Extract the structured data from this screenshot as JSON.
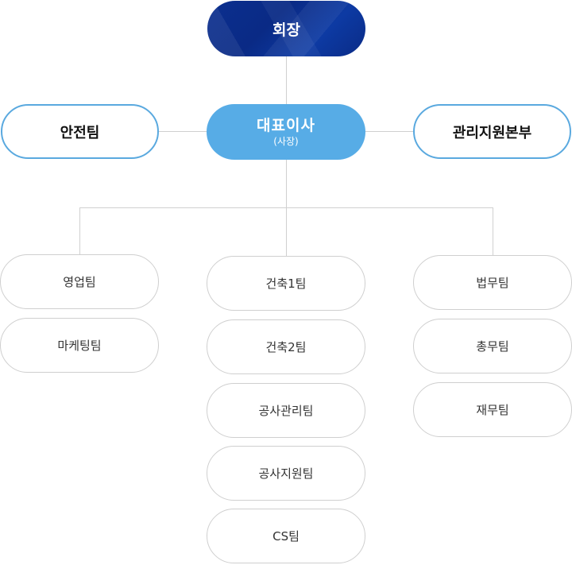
{
  "chairman": {
    "label": "회장"
  },
  "ceo": {
    "label": "대표이사",
    "sub_label": "(사장)"
  },
  "side_units": {
    "safety": "안전팀",
    "admin": "관리지원본부"
  },
  "columns": {
    "left": [
      "영업팀",
      "마케팅팀"
    ],
    "center": [
      "건축1팀",
      "건축2팀",
      "공사관리팀",
      "공사지원팀",
      "CS팀"
    ],
    "right": [
      "법무팀",
      "총무팀",
      "재무팀"
    ]
  },
  "colors": {
    "chairman_fill": "#0b2f8f",
    "ceo_fill": "#57ace6",
    "side_border": "#5aa9df",
    "team_border": "#cfcfcf",
    "connector": "#d0d0d0"
  }
}
